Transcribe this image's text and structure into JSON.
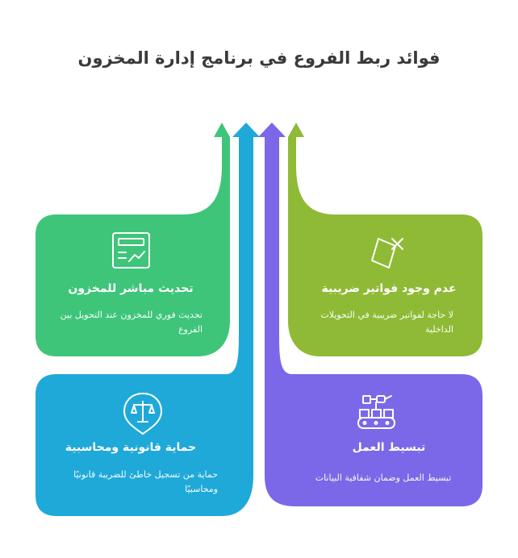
{
  "title": "فوائد ربط الفروع في برنامج إدارة المخزون",
  "colors": {
    "green": "#3ec57a",
    "olive": "#8fba36",
    "blue": "#1fa9d9",
    "purple": "#7b68e8"
  },
  "cards": [
    {
      "title": "تحديث مباشر للمخزون",
      "desc": "تحديث فوري للمخزون عند التحويل بين الفروع",
      "icon": "chart-report-icon"
    },
    {
      "title": "عدم وجود فواتير ضريبية",
      "desc": "لا حاجة لفواتير ضريبية في التحويلات الداخلية",
      "icon": "crossed-document-icon"
    },
    {
      "title": "حماية قانونية ومحاسبية",
      "desc": "حماية من تسجيل خاطئ للضريبة قانونيًا ومحاسبيًا",
      "icon": "scales-shield-icon"
    },
    {
      "title": "تبسيط العمل",
      "desc": "تبسيط العمل وضمان شفافية البيانات",
      "icon": "conveyor-robot-icon"
    }
  ]
}
